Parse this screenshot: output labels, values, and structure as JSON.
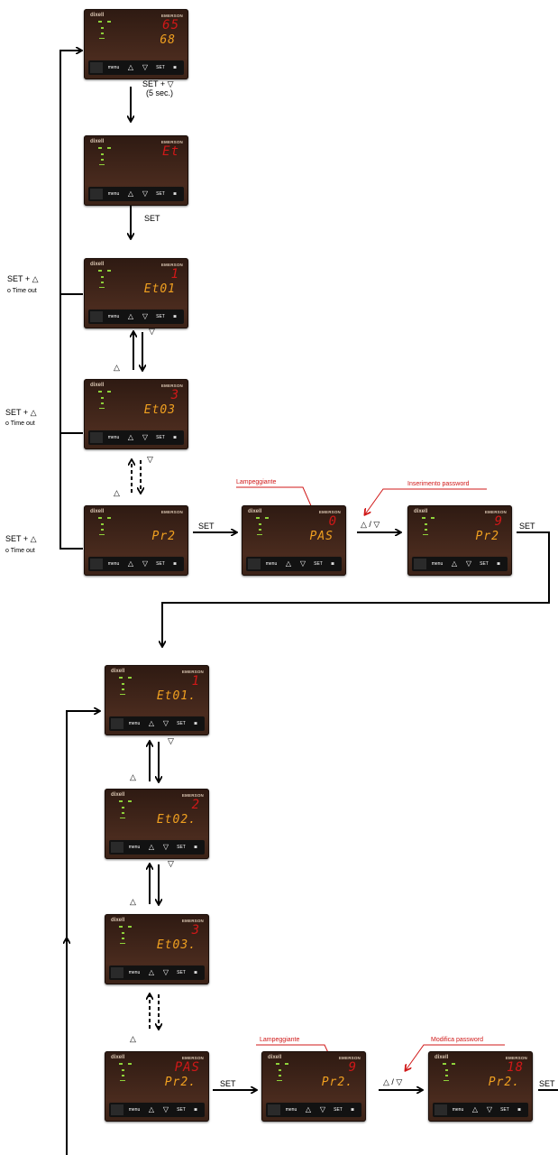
{
  "devices": [
    {
      "brand": "dixell",
      "maker": "EMERSON",
      "top": "65",
      "main": "68",
      "keys": [
        "",
        "menu",
        "△",
        "▽",
        "SET",
        "◙"
      ]
    },
    {
      "brand": "dixell",
      "maker": "EMERSON",
      "top": "Et",
      "main": "",
      "keys": [
        "",
        "menu",
        "△",
        "▽",
        "SET",
        "◙"
      ]
    },
    {
      "brand": "dixell",
      "maker": "EMERSON",
      "top": "1",
      "main": "Et01",
      "keys": [
        "",
        "menu",
        "△",
        "▽",
        "SET",
        "◙"
      ]
    },
    {
      "brand": "dixell",
      "maker": "EMERSON",
      "top": "3",
      "main": "Et03",
      "keys": [
        "",
        "menu",
        "△",
        "▽",
        "SET",
        "◙"
      ]
    },
    {
      "brand": "dixell",
      "maker": "EMERSON",
      "top": "",
      "main": "Pr2",
      "keys": [
        "",
        "menu",
        "△",
        "▽",
        "SET",
        "◙"
      ]
    },
    {
      "brand": "dixell",
      "maker": "EMERSON",
      "top": "0",
      "main": "PAS",
      "keys": [
        "",
        "menu",
        "△",
        "▽",
        "SET",
        "◙"
      ]
    },
    {
      "brand": "dixell",
      "maker": "EMERSON",
      "top": "9",
      "main": "Pr2",
      "keys": [
        "",
        "menu",
        "△",
        "▽",
        "SET",
        "◙"
      ]
    },
    {
      "brand": "dixell",
      "maker": "EMERSON",
      "top": "1",
      "main": "Et01.",
      "keys": [
        "",
        "menu",
        "△",
        "▽",
        "SET",
        "◙"
      ]
    },
    {
      "brand": "dixell",
      "maker": "EMERSON",
      "top": "2",
      "main": "Et02.",
      "keys": [
        "",
        "menu",
        "△",
        "▽",
        "SET",
        "◙"
      ]
    },
    {
      "brand": "dixell",
      "maker": "EMERSON",
      "top": "3",
      "main": "Et03.",
      "keys": [
        "",
        "menu",
        "△",
        "▽",
        "SET",
        "◙"
      ]
    },
    {
      "brand": "dixell",
      "maker": "EMERSON",
      "top": "PAS",
      "main": "Pr2.",
      "keys": [
        "",
        "menu",
        "△",
        "▽",
        "SET",
        "◙"
      ]
    },
    {
      "brand": "dixell",
      "maker": "EMERSON",
      "top": "9",
      "main": "Pr2.",
      "keys": [
        "",
        "menu",
        "△",
        "▽",
        "SET",
        "◙"
      ]
    },
    {
      "brand": "dixell",
      "maker": "EMERSON",
      "top": "18",
      "main": "Pr2.",
      "keys": [
        "",
        "menu",
        "△",
        "▽",
        "SET",
        "◙"
      ]
    }
  ],
  "labels": {
    "set_down": "SET + ▽",
    "five_sec": "(5 sec.)",
    "set": "SET",
    "set_up": "SET + △",
    "time_out": "o Time out",
    "up": "△",
    "down": "▽",
    "up_down": "△ / ▽"
  },
  "annotations": {
    "blinking": "Lampeggiante",
    "password_entry": "Inserimento password",
    "password_change": "Modifica password"
  },
  "colors": {
    "panel": "#3a2217",
    "display_red": "#d01818",
    "display_amber": "#f0a020",
    "led_green": "#8fd23a",
    "annotation": "#d01818"
  }
}
